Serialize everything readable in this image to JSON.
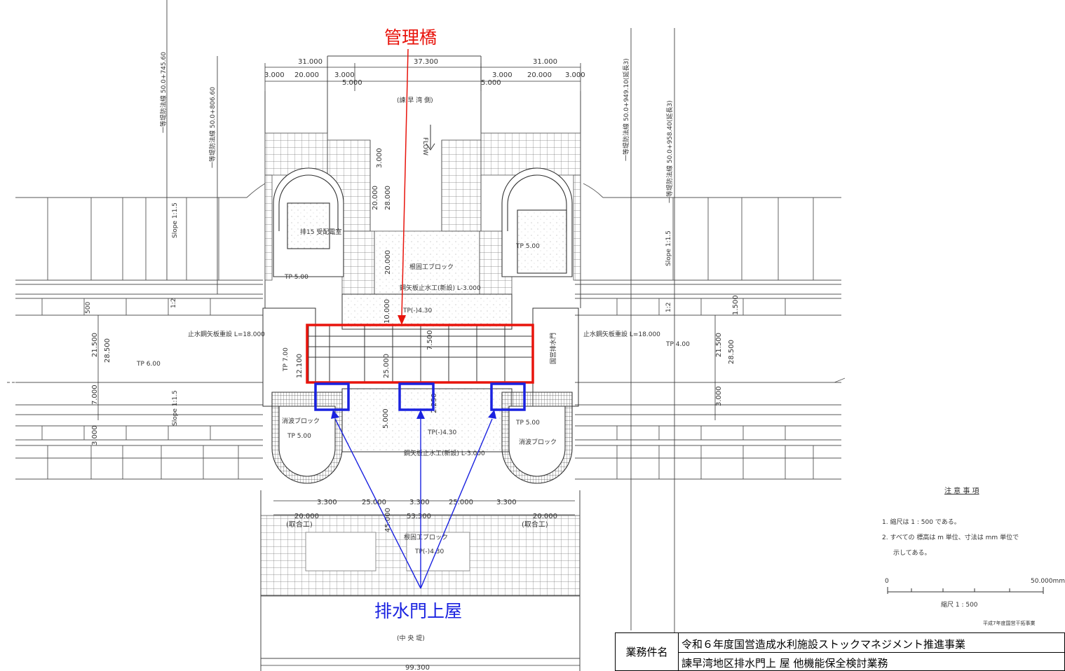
{
  "callouts": {
    "bridge_label": "管理橋",
    "bridge_color": "#e8140c",
    "pumphouse_label": "排水門上屋",
    "pumphouse_color": "#1a22e0"
  },
  "dimensions": {
    "top_left": "31.000",
    "top_center": "37.300",
    "top_right": "31.000",
    "sub_3000_a": "3.000",
    "sub_20000_a": "20.000",
    "sub_3000_b": "3.000",
    "sub_5000_a": "5.000",
    "sub_3000_c": "3.000",
    "sub_20000_b": "20.000",
    "sub_3000_d": "3.000",
    "sub_5000_b": "5.000",
    "v_3000": "3.000",
    "v_20000": "20.000",
    "v_28000": "28.000",
    "v_20000_b": "20.000",
    "v_10000": "10.000",
    "v_7500": "7.500",
    "v_25000": "25.000",
    "v_12100": "12.100",
    "v_21500_l": "21.500",
    "v_28500_l": "28.500",
    "v_21500_r": "21.500",
    "v_28500_r": "28.500",
    "v_7000": "7.000",
    "v_3000_l": "3.000",
    "v_3000_r": "3.000",
    "v_1500": "1.500",
    "v_45000": "45.000",
    "v_2250": "2.250",
    "v_5000": "5.000",
    "b_3300_a": "3.300",
    "b_25000_a": "25.000",
    "b_3300_b": "3.300",
    "b_25000_b": "25.000",
    "b_3300_c": "3.300",
    "b_20000_l": "20.000",
    "b_53300": "53.300",
    "b_20000_r": "20.000",
    "b_jointing_l": "(取合工)",
    "b_jointing_r": "(取合工)",
    "bottom_total": "99.300",
    "slope_left": "Slope 1:1.5",
    "slope_right": "Slope 1:1.5",
    "slope_left_low": "Slope 1:1.5",
    "left_500": "500",
    "left_1_2": "1:2",
    "right_1_2": "1:2"
  },
  "annotations": {
    "north_side": "(諫 早 湾 側)",
    "south_side": "(中 央 堤)",
    "flow": "FLOW",
    "tp_500_left": "TP 5.00",
    "tp_500_right": "TP 5.00",
    "tp_600": "TP 6.00",
    "tp_400": "TP 4.00",
    "tp_700": "TP 7.00",
    "tp_430_center": "TP(-)4.30",
    "tp_430_lower": "TP(-)4.30",
    "tp_430_bottom": "TP(-)4.30",
    "tp_500_lower_left": "TP 5.00",
    "tp_500_lower_right": "TP 5.00",
    "riprap_upper": "根固工ブロック",
    "riprap_lower": "根固工ブロック",
    "block_lower_left": "消波ブロック",
    "block_lower_right": "消波ブロック",
    "sheet_pile_upper": "鋼矢板止水工(新設) L-3.000",
    "sheet_pile_lower": "鋼矢板止水工(新設) L-3.000",
    "cutoff_left": "止水鋼矢板重設 L=18.000",
    "cutoff_right": "止水鋼矢板重設 L=18.000",
    "control_room": "排15 受配電室",
    "gate_left": "国営排水門",
    "vertical_note_1": "一等堤防法線 50.0+745.60",
    "vertical_note_2": "一等堤防法線 50.0+806.60",
    "vertical_note_3": "一等堤防法線 50.0+949.10(延長3)",
    "vertical_note_4": "一等堤防法線 50.0+958.40(延長3)"
  },
  "notes": {
    "title": "注 意 事 項",
    "item1": "1.  縮尺は 1 : 500 である。",
    "item2a": "2.  すべての 標高は m 単位、寸法は mm 単位で",
    "item2b": "示してある。",
    "scale_start": "0",
    "scale_end": "50.000mm",
    "scale_caption": "縮尺  1 : 500",
    "source_note": "平成7年度国営干拓事業"
  },
  "title_block": {
    "key": "業務件名",
    "line1": "令和６年度国営造成水利施設ストックマネジメント推進事業",
    "line2": "諫早湾地区排水門上 屋 他機能保全検討業務"
  }
}
